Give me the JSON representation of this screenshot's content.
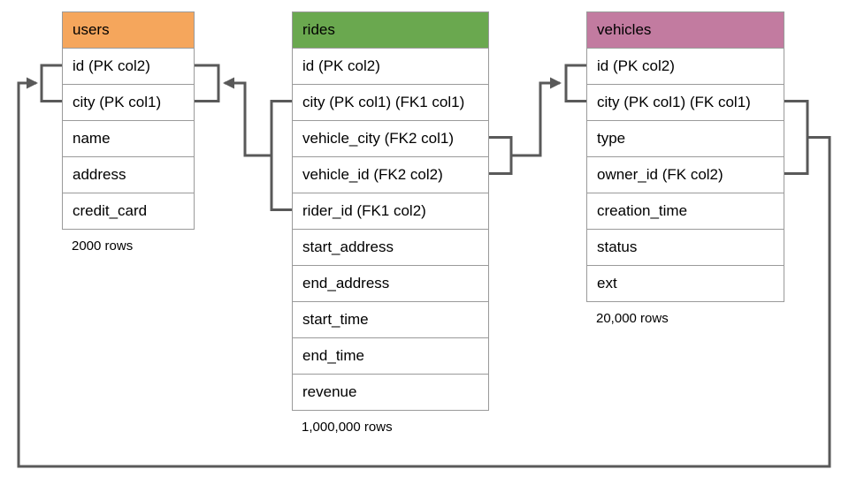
{
  "diagram": {
    "background_color": "#ffffff",
    "connector_color": "#595959",
    "tables": {
      "users": {
        "title": "users",
        "header_color": "#F5A65C",
        "rows": [
          "id (PK col2)",
          "city (PK col1)",
          "name",
          "address",
          "credit_card"
        ],
        "row_count": "2000 rows"
      },
      "rides": {
        "title": "rides",
        "header_color": "#6AA84F",
        "rows": [
          "id (PK col2)",
          "city (PK col1) (FK1 col1)",
          "vehicle_city (FK2 col1)",
          "vehicle_id (FK2 col2)",
          "rider_id (FK1 col2)",
          "start_address",
          "end_address",
          "start_time",
          "end_time",
          "revenue"
        ],
        "row_count": "1,000,000 rows"
      },
      "vehicles": {
        "title": "vehicles",
        "header_color": "#C27BA0",
        "rows": [
          "id (PK col2)",
          "city (PK col1) (FK col1)",
          "type",
          "owner_id (FK col2)",
          "creation_time",
          "status",
          "ext"
        ],
        "row_count": "20,000 rows"
      }
    },
    "relationships": [
      {
        "name": "rides-fk1-to-users",
        "from_table": "rides",
        "from_columns": [
          "city (PK col1) (FK1 col1)",
          "rider_id (FK1 col2)"
        ],
        "to_table": "users",
        "to_columns": [
          "id (PK col2)",
          "city (PK col1)"
        ]
      },
      {
        "name": "rides-fk2-to-vehicles",
        "from_table": "rides",
        "from_columns": [
          "vehicle_city (FK2 col1)",
          "vehicle_id (FK2 col2)"
        ],
        "to_table": "vehicles",
        "to_columns": [
          "id (PK col2)",
          "city (PK col1) (FK col1)"
        ]
      },
      {
        "name": "vehicles-fk-to-users",
        "from_table": "vehicles",
        "from_columns": [
          "city (PK col1) (FK col1)",
          "owner_id (FK col2)"
        ],
        "to_table": "users",
        "to_columns": [
          "id (PK col2)",
          "city (PK col1)"
        ]
      }
    ]
  }
}
